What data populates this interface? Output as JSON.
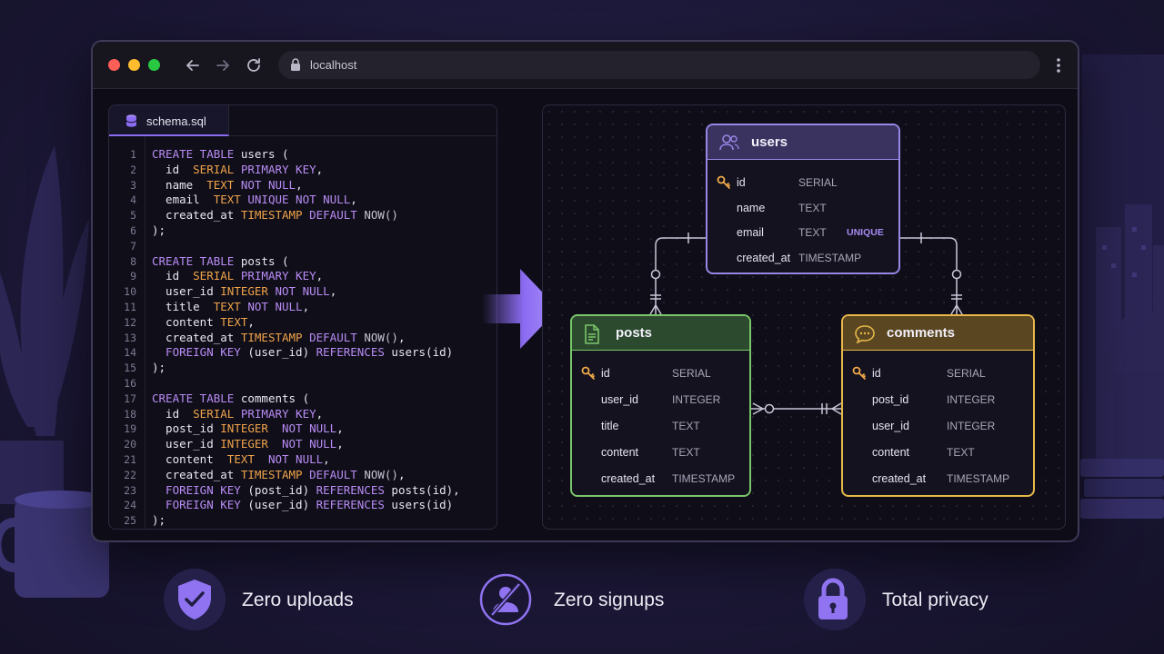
{
  "browser": {
    "url": "localhost",
    "colors": {
      "close": "#ff5f57",
      "minimize": "#febc2e",
      "maximize": "#28c840"
    }
  },
  "editor": {
    "tab_label": "schema.sql",
    "lines": [
      [
        [
          "k",
          "CREATE TABLE "
        ],
        [
          "p",
          "users ("
        ]
      ],
      [
        [
          "p",
          "  id  "
        ],
        [
          "t",
          "SERIAL "
        ],
        [
          "k",
          "PRIMARY KEY"
        ],
        [
          "p",
          ","
        ]
      ],
      [
        [
          "p",
          "  name  "
        ],
        [
          "t",
          "TEXT "
        ],
        [
          "k",
          "NOT NULL"
        ],
        [
          "p",
          ","
        ]
      ],
      [
        [
          "p",
          "  email  "
        ],
        [
          "t",
          "TEXT "
        ],
        [
          "k",
          "UNIQUE NOT NULL"
        ],
        [
          "p",
          ","
        ]
      ],
      [
        [
          "p",
          "  created_at "
        ],
        [
          "t",
          "TIMESTAMP "
        ],
        [
          "k",
          "DEFAULT "
        ],
        [
          "f",
          "NOW()"
        ]
      ],
      [
        [
          "p",
          ");"
        ]
      ],
      [
        [
          "p",
          ""
        ]
      ],
      [
        [
          "k",
          "CREATE TABLE "
        ],
        [
          "p",
          "posts ("
        ]
      ],
      [
        [
          "p",
          "  id  "
        ],
        [
          "t",
          "SERIAL "
        ],
        [
          "k",
          "PRIMARY KEY"
        ],
        [
          "p",
          ","
        ]
      ],
      [
        [
          "p",
          "  user_id "
        ],
        [
          "t",
          "INTEGER "
        ],
        [
          "k",
          "NOT NULL"
        ],
        [
          "p",
          ","
        ]
      ],
      [
        [
          "p",
          "  title  "
        ],
        [
          "t",
          "TEXT "
        ],
        [
          "k",
          "NOT NULL"
        ],
        [
          "p",
          ","
        ]
      ],
      [
        [
          "p",
          "  content "
        ],
        [
          "t",
          "TEXT"
        ],
        [
          "p",
          ","
        ]
      ],
      [
        [
          "p",
          "  created_at "
        ],
        [
          "t",
          "TIMESTAMP "
        ],
        [
          "k",
          "DEFAULT "
        ],
        [
          "f",
          "NOW()"
        ],
        [
          "p",
          ","
        ]
      ],
      [
        [
          "k",
          "  FOREIGN KEY "
        ],
        [
          "p",
          "(user_id) "
        ],
        [
          "k",
          "REFERENCES "
        ],
        [
          "p",
          "users(id)"
        ]
      ],
      [
        [
          "p",
          ");"
        ]
      ],
      [
        [
          "p",
          ""
        ]
      ],
      [
        [
          "k",
          "CREATE TABLE "
        ],
        [
          "p",
          "comments ("
        ]
      ],
      [
        [
          "p",
          "  id  "
        ],
        [
          "t",
          "SERIAL "
        ],
        [
          "k",
          "PRIMARY KEY"
        ],
        [
          "p",
          ","
        ]
      ],
      [
        [
          "p",
          "  post_id "
        ],
        [
          "t",
          "INTEGER  "
        ],
        [
          "k",
          "NOT NULL"
        ],
        [
          "p",
          ","
        ]
      ],
      [
        [
          "p",
          "  user_id "
        ],
        [
          "t",
          "INTEGER  "
        ],
        [
          "k",
          "NOT NULL"
        ],
        [
          "p",
          ","
        ]
      ],
      [
        [
          "p",
          "  content  "
        ],
        [
          "t",
          "TEXT  "
        ],
        [
          "k",
          "NOT NULL"
        ],
        [
          "p",
          ","
        ]
      ],
      [
        [
          "p",
          "  created_at "
        ],
        [
          "t",
          "TIMESTAMP "
        ],
        [
          "k",
          "DEFAULT "
        ],
        [
          "f",
          "NOW()"
        ],
        [
          "p",
          ","
        ]
      ],
      [
        [
          "k",
          "  FOREIGN KEY "
        ],
        [
          "p",
          "(post_id) "
        ],
        [
          "k",
          "REFERENCES "
        ],
        [
          "p",
          "posts(id),"
        ]
      ],
      [
        [
          "k",
          "  FOREIGN KEY "
        ],
        [
          "p",
          "(user_id) "
        ],
        [
          "k",
          "REFERENCES "
        ],
        [
          "p",
          "users(id)"
        ]
      ],
      [
        [
          "p",
          ");"
        ]
      ]
    ]
  },
  "tables": [
    {
      "name": "users",
      "icon": "users-icon",
      "color": "#9a86e6",
      "header_bg": "#3a3360",
      "rows": [
        {
          "col": "id",
          "type": "SERIAL",
          "pk": true,
          "extra": ""
        },
        {
          "col": "name",
          "type": "TEXT",
          "pk": false,
          "extra": ""
        },
        {
          "col": "email",
          "type": "TEXT",
          "pk": false,
          "extra": "UNIQUE"
        },
        {
          "col": "created_at",
          "type": "TIMESTAMP",
          "pk": false,
          "extra": ""
        }
      ]
    },
    {
      "name": "posts",
      "icon": "document-icon",
      "color": "#7ac66a",
      "header_bg": "#2c4a2e",
      "rows": [
        {
          "col": "id",
          "type": "SERIAL",
          "pk": true,
          "extra": ""
        },
        {
          "col": "user_id",
          "type": "INTEGER",
          "pk": false,
          "extra": ""
        },
        {
          "col": "title",
          "type": "TEXT",
          "pk": false,
          "extra": ""
        },
        {
          "col": "content",
          "type": "TEXT",
          "pk": false,
          "extra": ""
        },
        {
          "col": "created_at",
          "type": "TIMESTAMP",
          "pk": false,
          "extra": ""
        }
      ]
    },
    {
      "name": "comments",
      "icon": "chat-bubble-icon",
      "color": "#e7b84a",
      "header_bg": "#5a4620",
      "rows": [
        {
          "col": "id",
          "type": "SERIAL",
          "pk": true,
          "extra": ""
        },
        {
          "col": "post_id",
          "type": "INTEGER",
          "pk": false,
          "extra": ""
        },
        {
          "col": "user_id",
          "type": "INTEGER",
          "pk": false,
          "extra": ""
        },
        {
          "col": "content",
          "type": "TEXT",
          "pk": false,
          "extra": ""
        },
        {
          "col": "created_at",
          "type": "TIMESTAMP",
          "pk": false,
          "extra": ""
        }
      ]
    }
  ],
  "features": [
    {
      "label": "Zero uploads",
      "icon": "shield-check-icon"
    },
    {
      "label": "Zero signups",
      "icon": "user-slash-icon"
    },
    {
      "label": "Total privacy",
      "icon": "padlock-icon"
    }
  ]
}
